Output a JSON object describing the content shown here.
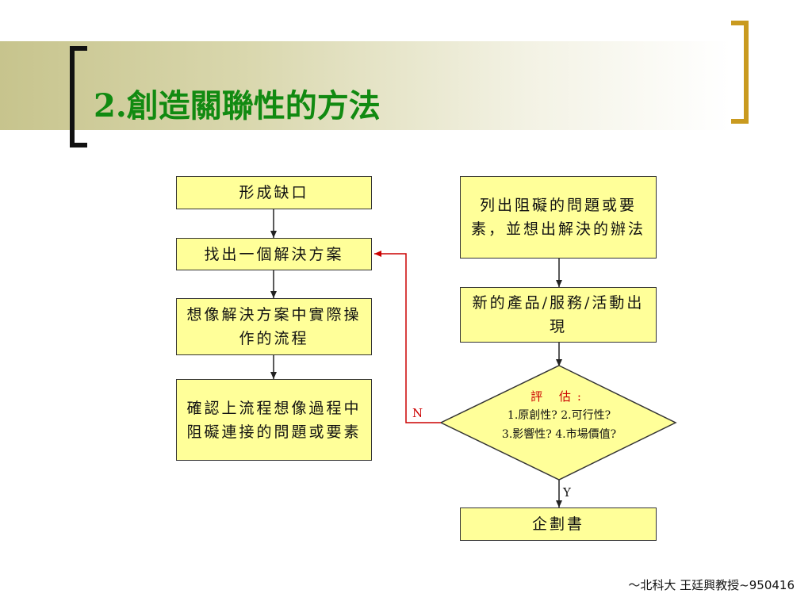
{
  "slide": {
    "title": "2.創造關聯性的方法",
    "footer": "～北科大 王廷興教授~950416"
  },
  "diagram": {
    "boxes": {
      "gap": "形成缺口",
      "find_solution": "找出一個解決方案",
      "imagine_process": "想像解決方案中實際操作的流程",
      "confirm_obstacles": "確認上流程想像過程中阻礙連接的問題或要素",
      "list_obstacles": "列出阻礙的問題或要素，並想出解決的辦法",
      "new_product": "新的產品/服務/活動出現",
      "proposal": "企劃書"
    },
    "decision": {
      "heading": "評 估:",
      "line1": "1.原創性? 2.可行性?",
      "line2": "3.影響性? 4.市場價值?"
    },
    "labels": {
      "no": "N",
      "yes": "Y"
    },
    "colors": {
      "box_fill": "#ffff99",
      "feedback_line": "#cc0000",
      "title_text": "#118a11",
      "right_bracket": "#c99a1f"
    }
  }
}
